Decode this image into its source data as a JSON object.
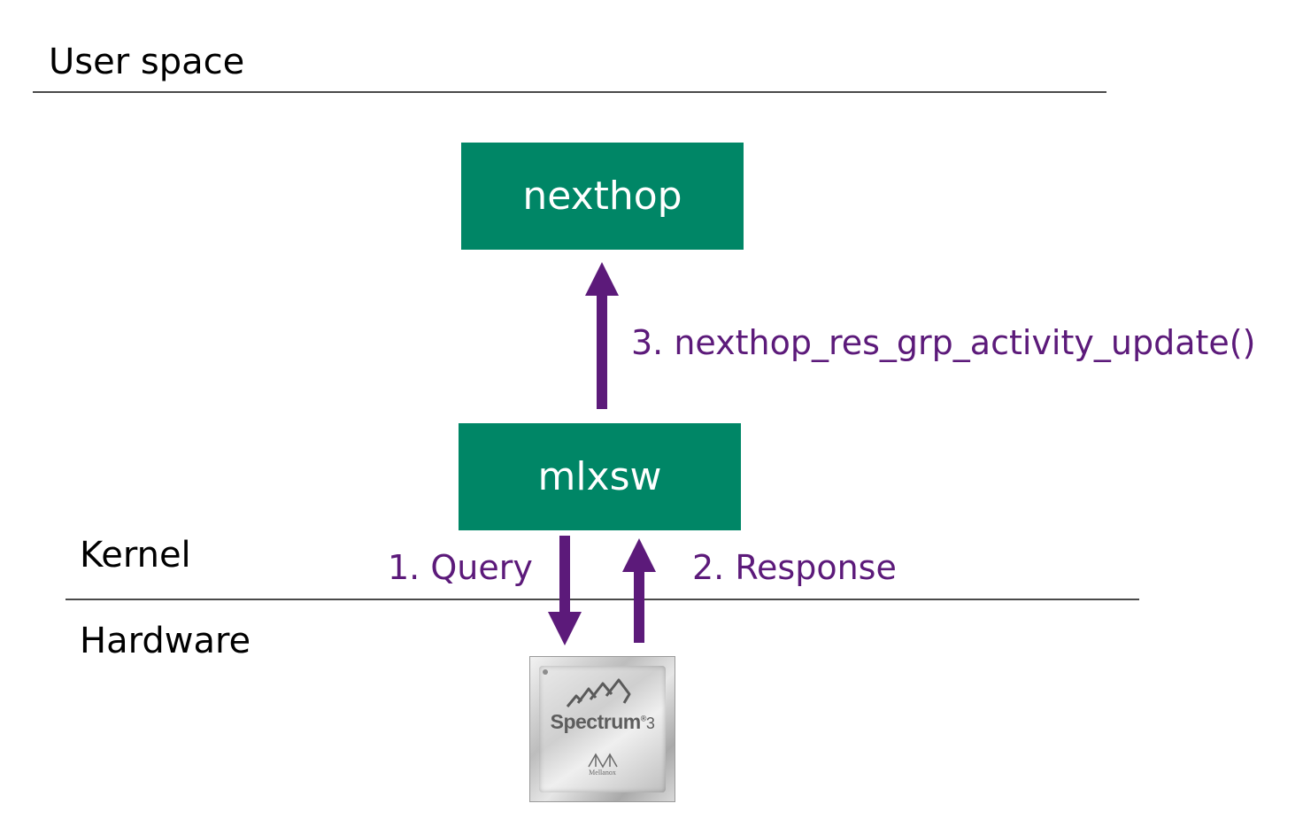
{
  "layers": {
    "user_space": "User space",
    "kernel": "Kernel",
    "hardware": "Hardware"
  },
  "boxes": {
    "nexthop": "nexthop",
    "mlxsw": "mlxsw"
  },
  "steps": {
    "query": "1. Query",
    "response": "2. Response",
    "update": "3. nexthop_res_grp_activity_update()"
  },
  "chip": {
    "brand": "Spectrum",
    "model": "3",
    "vendor": "Mellanox",
    "icons": [
      "spectrum-logo-icon",
      "mellanox-logo-icon"
    ]
  },
  "colors": {
    "box": "#008666",
    "arrow": "#5c1a7a",
    "label": "#5c1a7a",
    "divider": "#4a4a4a"
  }
}
